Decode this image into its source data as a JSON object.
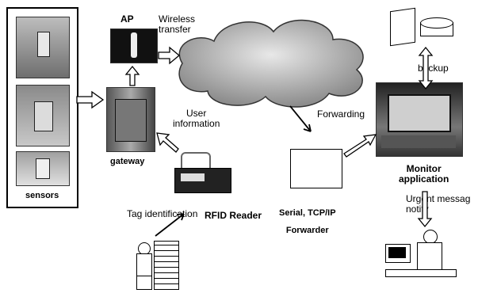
{
  "labels": {
    "sensors": "sensors",
    "ap": "AP",
    "wireless_transfer": "Wireless\ntransfer",
    "user_information": "User\ninformation",
    "gateway": "gateway",
    "tag_identification": "Tag identification",
    "rfid_reader": "RFID Reader",
    "forwarding": "Forwarding",
    "serial_forwarder": "Serial, TCP/IP\nForwarder",
    "backup": "backup",
    "monitor_application": "Monitor\napplication",
    "urgent_message": "Urgent messag\nnotify"
  }
}
